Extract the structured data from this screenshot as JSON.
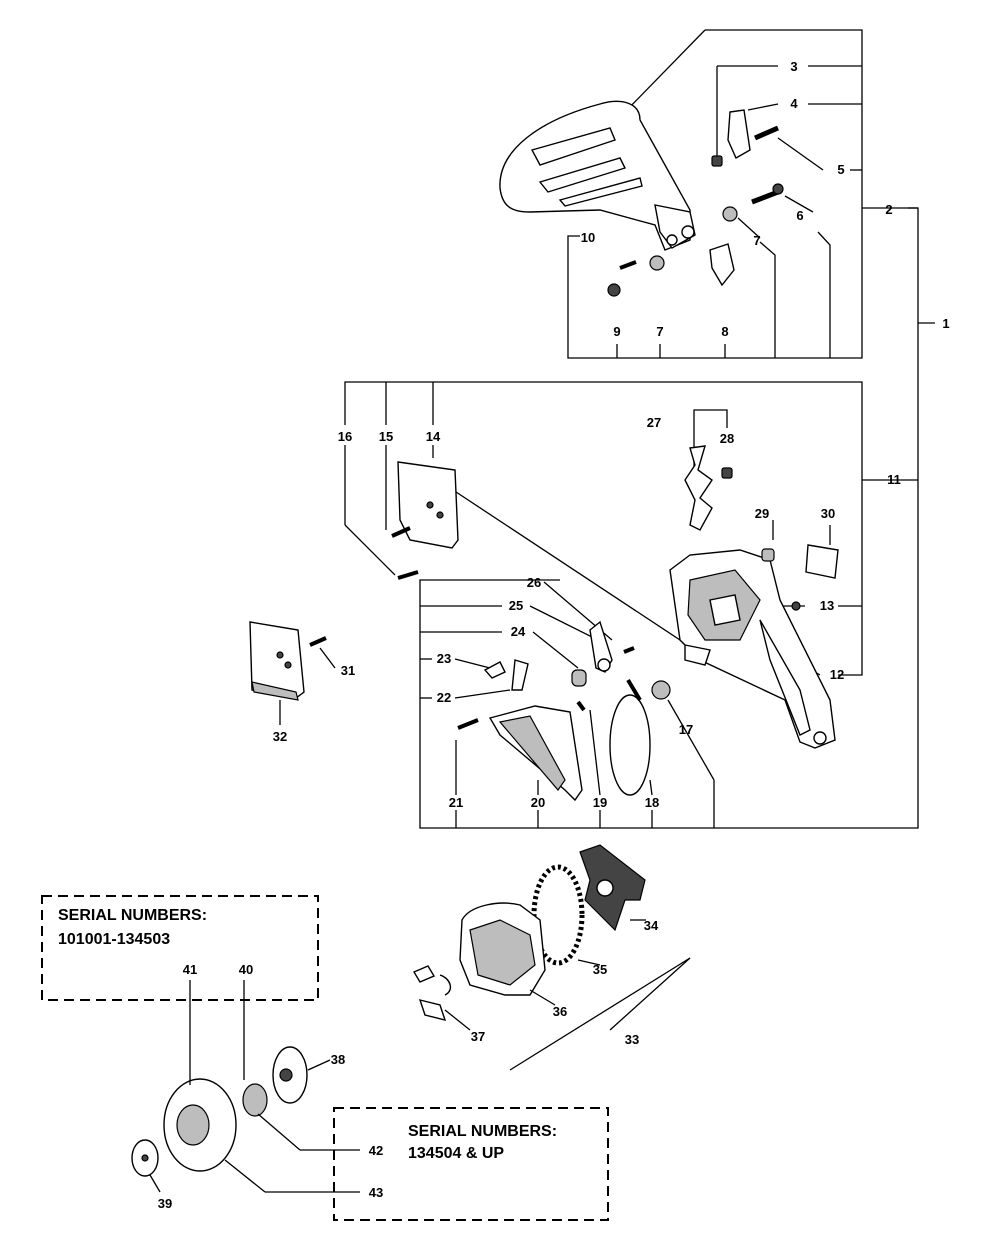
{
  "callouts": {
    "c1": "1",
    "c2": "2",
    "c3": "3",
    "c4": "4",
    "c5": "5",
    "c6": "6",
    "c7a": "7",
    "c7b": "7",
    "c8": "8",
    "c9": "9",
    "c10": "10",
    "c11": "11",
    "c12": "12",
    "c13": "13",
    "c14": "14",
    "c15": "15",
    "c16": "16",
    "c17": "17",
    "c18": "18",
    "c19": "19",
    "c20": "20",
    "c21": "21",
    "c22": "22",
    "c23": "23",
    "c24": "24",
    "c25": "25",
    "c26": "26",
    "c27": "27",
    "c28": "28",
    "c29": "29",
    "c30": "30",
    "c31": "31",
    "c32": "32",
    "c33": "33",
    "c34": "34",
    "c35": "35",
    "c36": "36",
    "c37": "37",
    "c38": "38",
    "c39": "39",
    "c40": "40",
    "c41": "41",
    "c42": "42",
    "c43": "43"
  },
  "serial_box_1": {
    "line1": "SERIAL NUMBERS:",
    "line2": "101001-134503"
  },
  "serial_box_2": {
    "line1": "SERIAL NUMBERS:",
    "line2": "134504 & UP"
  }
}
